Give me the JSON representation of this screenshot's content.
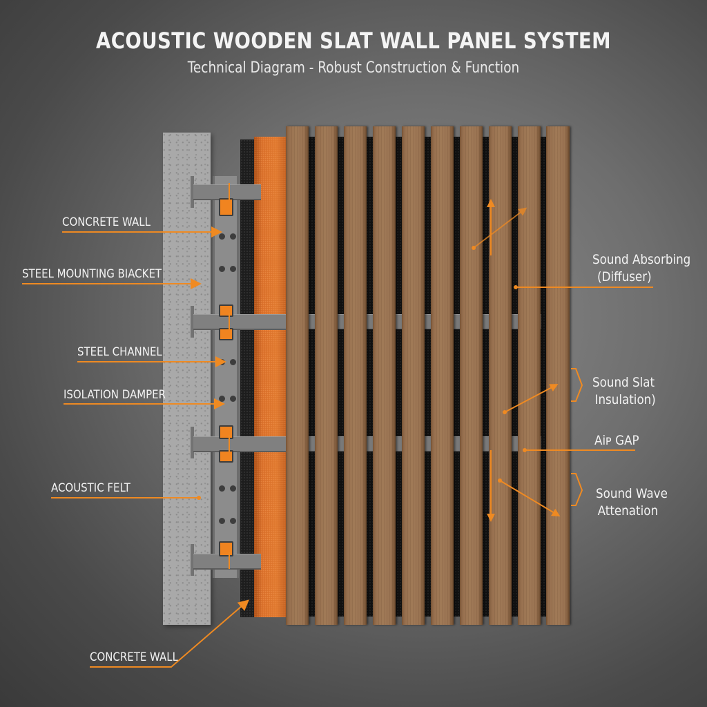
{
  "header": {
    "title": "ACOUSTIC WOODEN SLAT WALL PANEL SYSTEM",
    "subtitle": "Technical Diagram - Robust Construction & Function"
  },
  "colors": {
    "accent": "#ef8a22",
    "background": "#6e6e6e",
    "concrete": "#a9a9a9",
    "steel": "#808080",
    "insulation": "#d96f2a",
    "felt": "#1d1d1d",
    "wood": "#9a7352"
  },
  "labels_left": [
    {
      "id": "concrete-wall-top",
      "text": "CONCRETE WALL"
    },
    {
      "id": "steel-mounting-bracket",
      "text": "STEEL MOUNTING BӀACKET"
    },
    {
      "id": "steel-channel",
      "text": "STEEL CHANNEL"
    },
    {
      "id": "isolation-damper",
      "text": "ISOLATION DAMPER"
    },
    {
      "id": "acoustic-felt",
      "text": "ACOUSTIC FELT"
    },
    {
      "id": "concrete-wall-bottom",
      "text": "CONCRETE WALL"
    }
  ],
  "labels_right": [
    {
      "id": "sound-absorbing",
      "line1": "Sound Absorbing",
      "line2": "(Diffuser)"
    },
    {
      "id": "sound-slat-insulation",
      "line1": "Sound Slat",
      "line2": "Insulation)"
    },
    {
      "id": "air-gap",
      "line1": "Aiᴘ GAP"
    },
    {
      "id": "sound-wave-attenuation",
      "line1": "Sound Wave",
      "line2": "Attenation"
    }
  ],
  "components": {
    "slat_count": 10,
    "bracket_count": 4,
    "rail_count": 2
  }
}
